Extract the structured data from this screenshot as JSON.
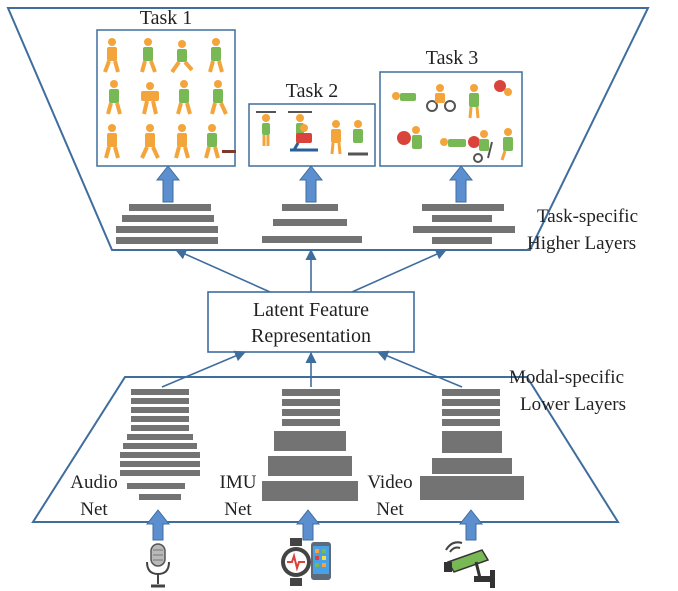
{
  "tasks": [
    {
      "label": "Task 1"
    },
    {
      "label": "Task 2"
    },
    {
      "label": "Task 3"
    }
  ],
  "higher_layers_label": [
    "Task-specific",
    "Higher Layers"
  ],
  "latent_label": [
    "Latent Feature",
    "Representation"
  ],
  "lower_layers_label": [
    "Modal-specific",
    "Lower Layers"
  ],
  "nets": [
    {
      "label": [
        "Audio",
        "Net"
      ],
      "device": "microphone-icon"
    },
    {
      "label": [
        "IMU",
        "Net"
      ],
      "device": "smartwatch-phone-icon"
    },
    {
      "label": [
        "Video",
        "Net"
      ],
      "device": "security-camera-icon"
    }
  ],
  "colors": {
    "outline": "#3f6d9e",
    "layer_bar": "#737373",
    "arrow": "#5b8fd0",
    "figure_orange": "#f3a43a",
    "figure_green": "#79b955"
  }
}
